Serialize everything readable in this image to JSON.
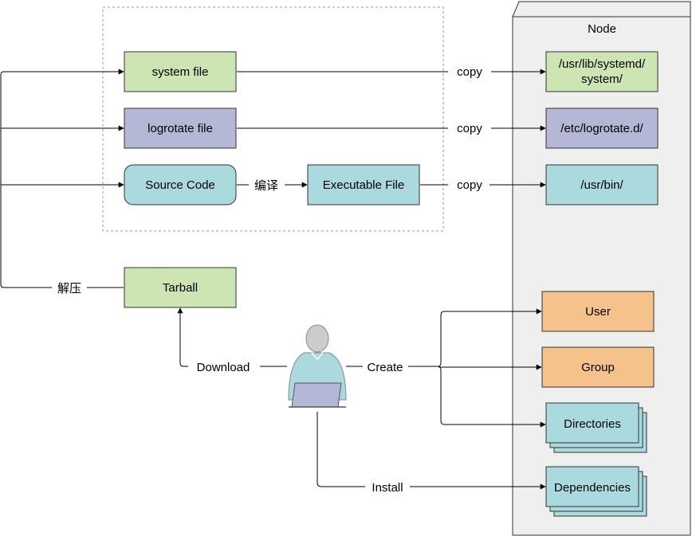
{
  "node": {
    "title": "Node"
  },
  "sources": {
    "system_file": "system file",
    "logrotate_file": "logrotate file",
    "source_code": "Source Code",
    "executable_file": "Executable File",
    "tarball": "Tarball"
  },
  "targets": {
    "systemd_line1": "/usr/lib/systemd/",
    "systemd_line2": "system/",
    "logrotate_dir": "/etc/logrotate.d/",
    "usr_bin": "/usr/bin/",
    "user": "User",
    "group": "Group",
    "directories": "Directories",
    "dependencies": "Dependencies"
  },
  "edges": {
    "copy_1": "copy",
    "copy_2": "copy",
    "copy_3": "copy",
    "compile": "编译",
    "extract": "解压",
    "download": "Download",
    "create": "Create",
    "install": "Install"
  },
  "colors": {
    "green": "#cce5b2",
    "purple": "#b4b8d6",
    "teal": "#abdade",
    "orange": "#f6c28c",
    "node_bg": "#efefef"
  }
}
